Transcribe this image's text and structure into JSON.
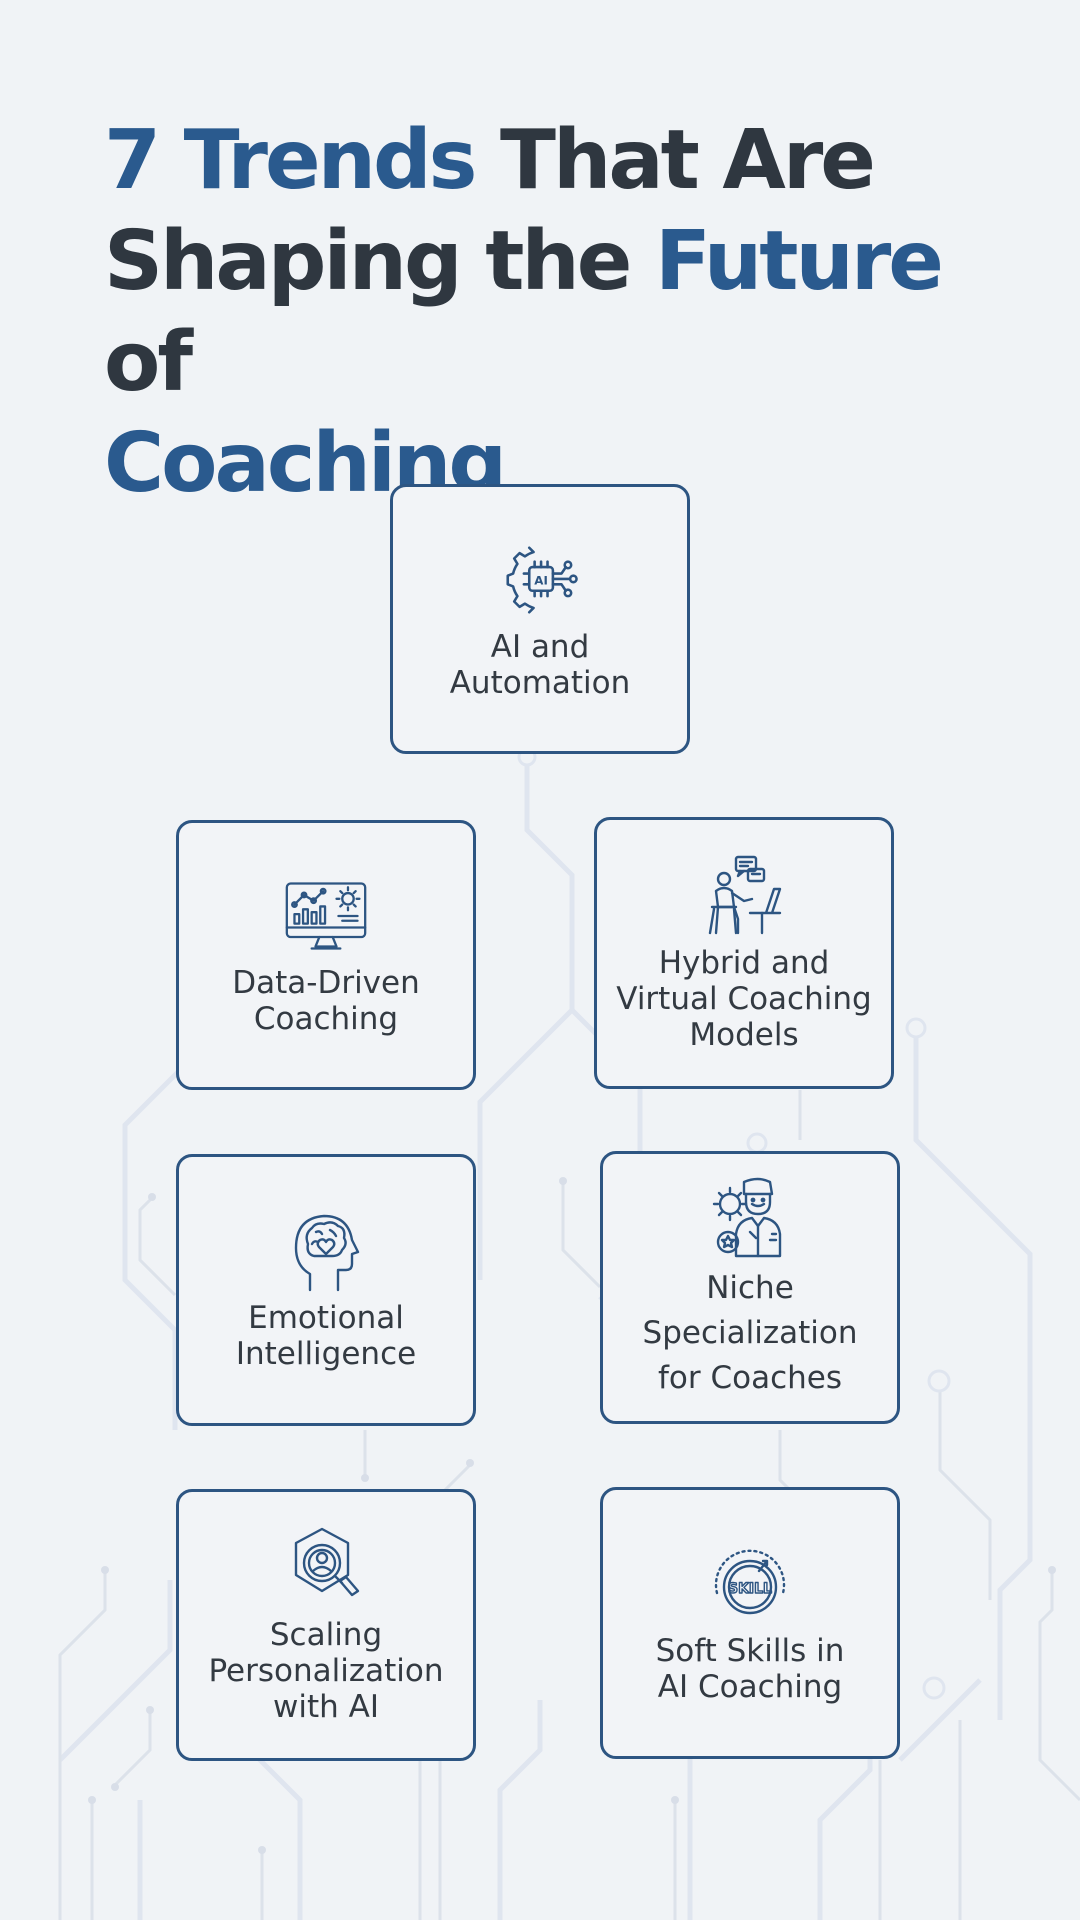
{
  "title": {
    "line1_accent": "7 Trends",
    "line1_rest": " That Are",
    "line2_start": "Shaping the ",
    "line2_accent": "Future",
    "line2_end": " of",
    "line3_accent": "Coaching"
  },
  "colors": {
    "accent": "#2a5a8e",
    "text": "#2f3740",
    "card_border": "#2d5582",
    "background": "#f0f3f6"
  },
  "trends": [
    {
      "lines": [
        "AI and",
        "Automation"
      ],
      "icon": "ai-gear-chip-icon"
    },
    {
      "lines": [
        "Data-Driven",
        "Coaching"
      ],
      "icon": "analytics-monitor-icon"
    },
    {
      "lines": [
        "Hybrid and",
        "Virtual Coaching",
        "Models"
      ],
      "icon": "person-laptop-chat-icon"
    },
    {
      "lines": [
        "Emotional",
        "Intelligence"
      ],
      "icon": "head-brain-heart-icon"
    },
    {
      "lines": [
        "Niche",
        "Specialization",
        "for Coaches"
      ],
      "icon": "coach-specialist-icon"
    },
    {
      "lines": [
        "Scaling",
        "Personalization",
        "with AI"
      ],
      "icon": "magnifier-user-icon"
    },
    {
      "lines": [
        "Soft Skills in",
        "AI Coaching"
      ],
      "icon": "skill-badge-icon"
    }
  ]
}
